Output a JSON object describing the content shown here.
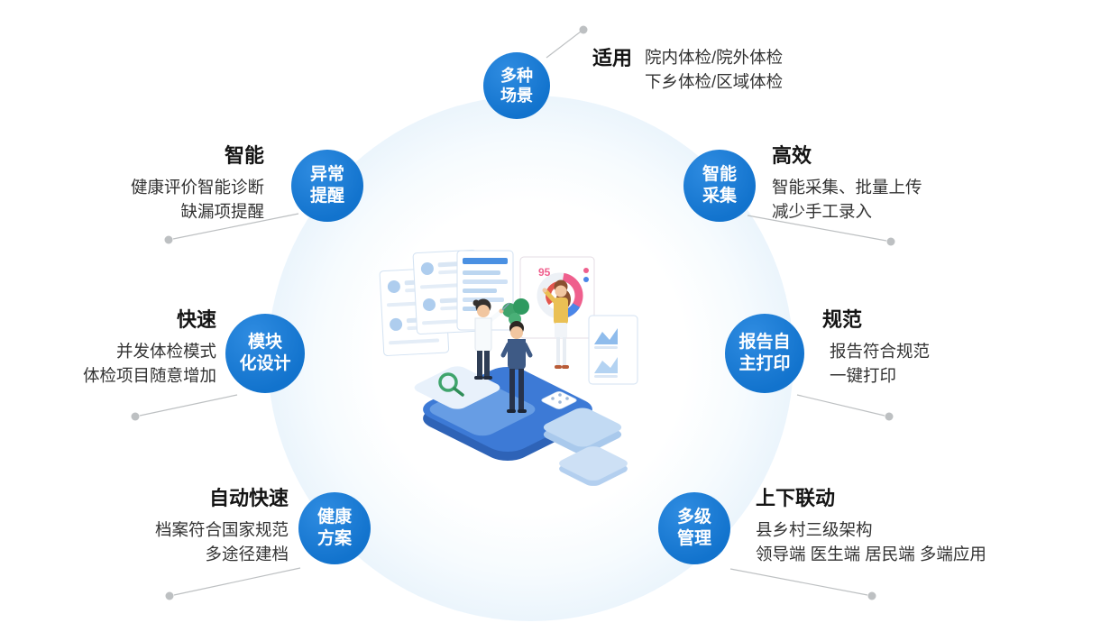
{
  "colors": {
    "bg": "#ffffff",
    "accent": "#1273cd",
    "accent_light": "#2f8ce1",
    "ring": "#cfe5f7",
    "callout": "#bdc0c2",
    "title_text": "#141414",
    "body_text": "#333333"
  },
  "center": {
    "dashboard_value": "95"
  },
  "features": [
    {
      "circle": "多种\n场景",
      "title": "适用",
      "lines": [
        "院内体检/院外体检",
        "下乡体检/区域体检"
      ]
    },
    {
      "circle": "异常\n提醒",
      "title": "智能",
      "lines": [
        "健康评价智能诊断",
        "缺漏项提醒"
      ]
    },
    {
      "circle": "智能\n采集",
      "title": "高效",
      "lines": [
        "智能采集、批量上传",
        "减少手工录入"
      ]
    },
    {
      "circle": "模块\n化设计",
      "title": "快速",
      "lines": [
        "并发体检模式",
        "体检项目随意增加"
      ]
    },
    {
      "circle": "报告自\n主打印",
      "title": "规范",
      "lines": [
        "报告符合规范",
        "一键打印"
      ]
    },
    {
      "circle": "健康\n方案",
      "title": "自动快速",
      "lines": [
        "档案符合国家规范",
        "多途径建档"
      ]
    },
    {
      "circle": "多级\n管理",
      "title": "上下联动",
      "lines": [
        "县乡村三级架构",
        "领导端 医生端 居民端 多端应用"
      ]
    }
  ]
}
